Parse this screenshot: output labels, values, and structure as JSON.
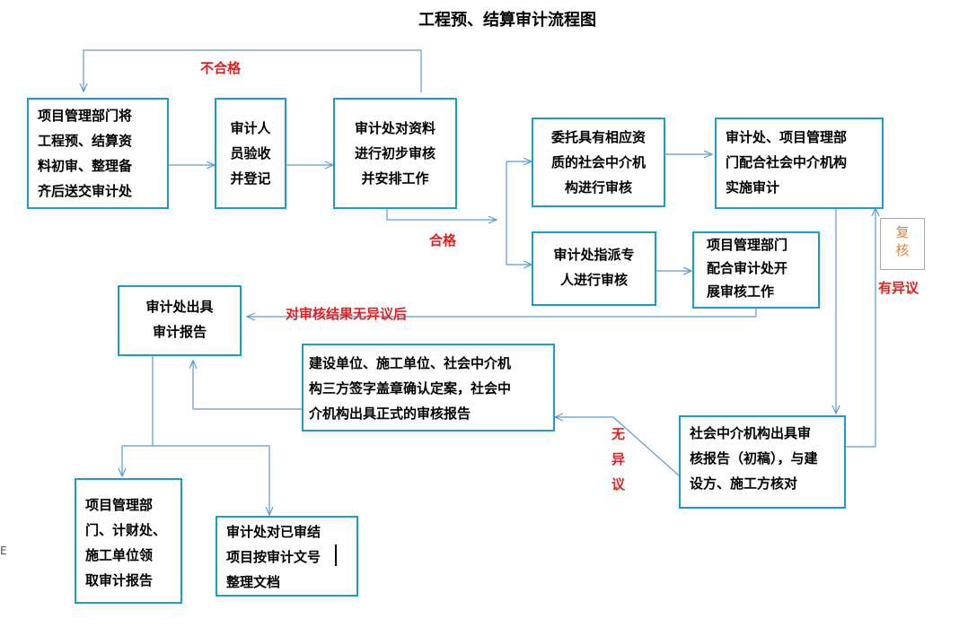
{
  "title": "工程预、结算审计流程图",
  "nodes": {
    "submit": "项目管理部门将\n工程预、结算资\n料初审、整理备\n齐后送交审计处",
    "receive": "审计人\n员验收\n并登记",
    "preliminary": "审计处对资料\n进行初步审核\n并安排工作",
    "entrust": "委托具有相应资\n质的社会中介机\n构进行审核",
    "cooperate_intermediary": "审计处、项目管理部\n门配合社会中介机构\n  实施审计",
    "assign": "审计处指派专\n人进行审核",
    "cooperate_audit": "项目管理部门\n配合审计处开\n展审核工作",
    "issue_report": "审计处出具\n审计报告",
    "sign_confirm": "建设单位、施工单位、社会中介机\n构三方签字盖章确认定案，社会中\n介机构出具正式的审核报告",
    "draft_report": "社会中介机构出具审\n核报告（初稿），与建\n设方、施工方核对",
    "receive_report": "项目管理部\n门、计财处、\n施工单位领\n取审计报告",
    "archive": "审计处对已审结\n项目按审计文号\n整理文档"
  },
  "labels": {
    "unqualified": "不合格",
    "qualified": "合格",
    "no_objection_after": "对审核结果无异议后",
    "objection": "有异议",
    "no_objection_vertical": "无\n异\n议",
    "review": "复\n核"
  },
  "edge_mark": "E"
}
